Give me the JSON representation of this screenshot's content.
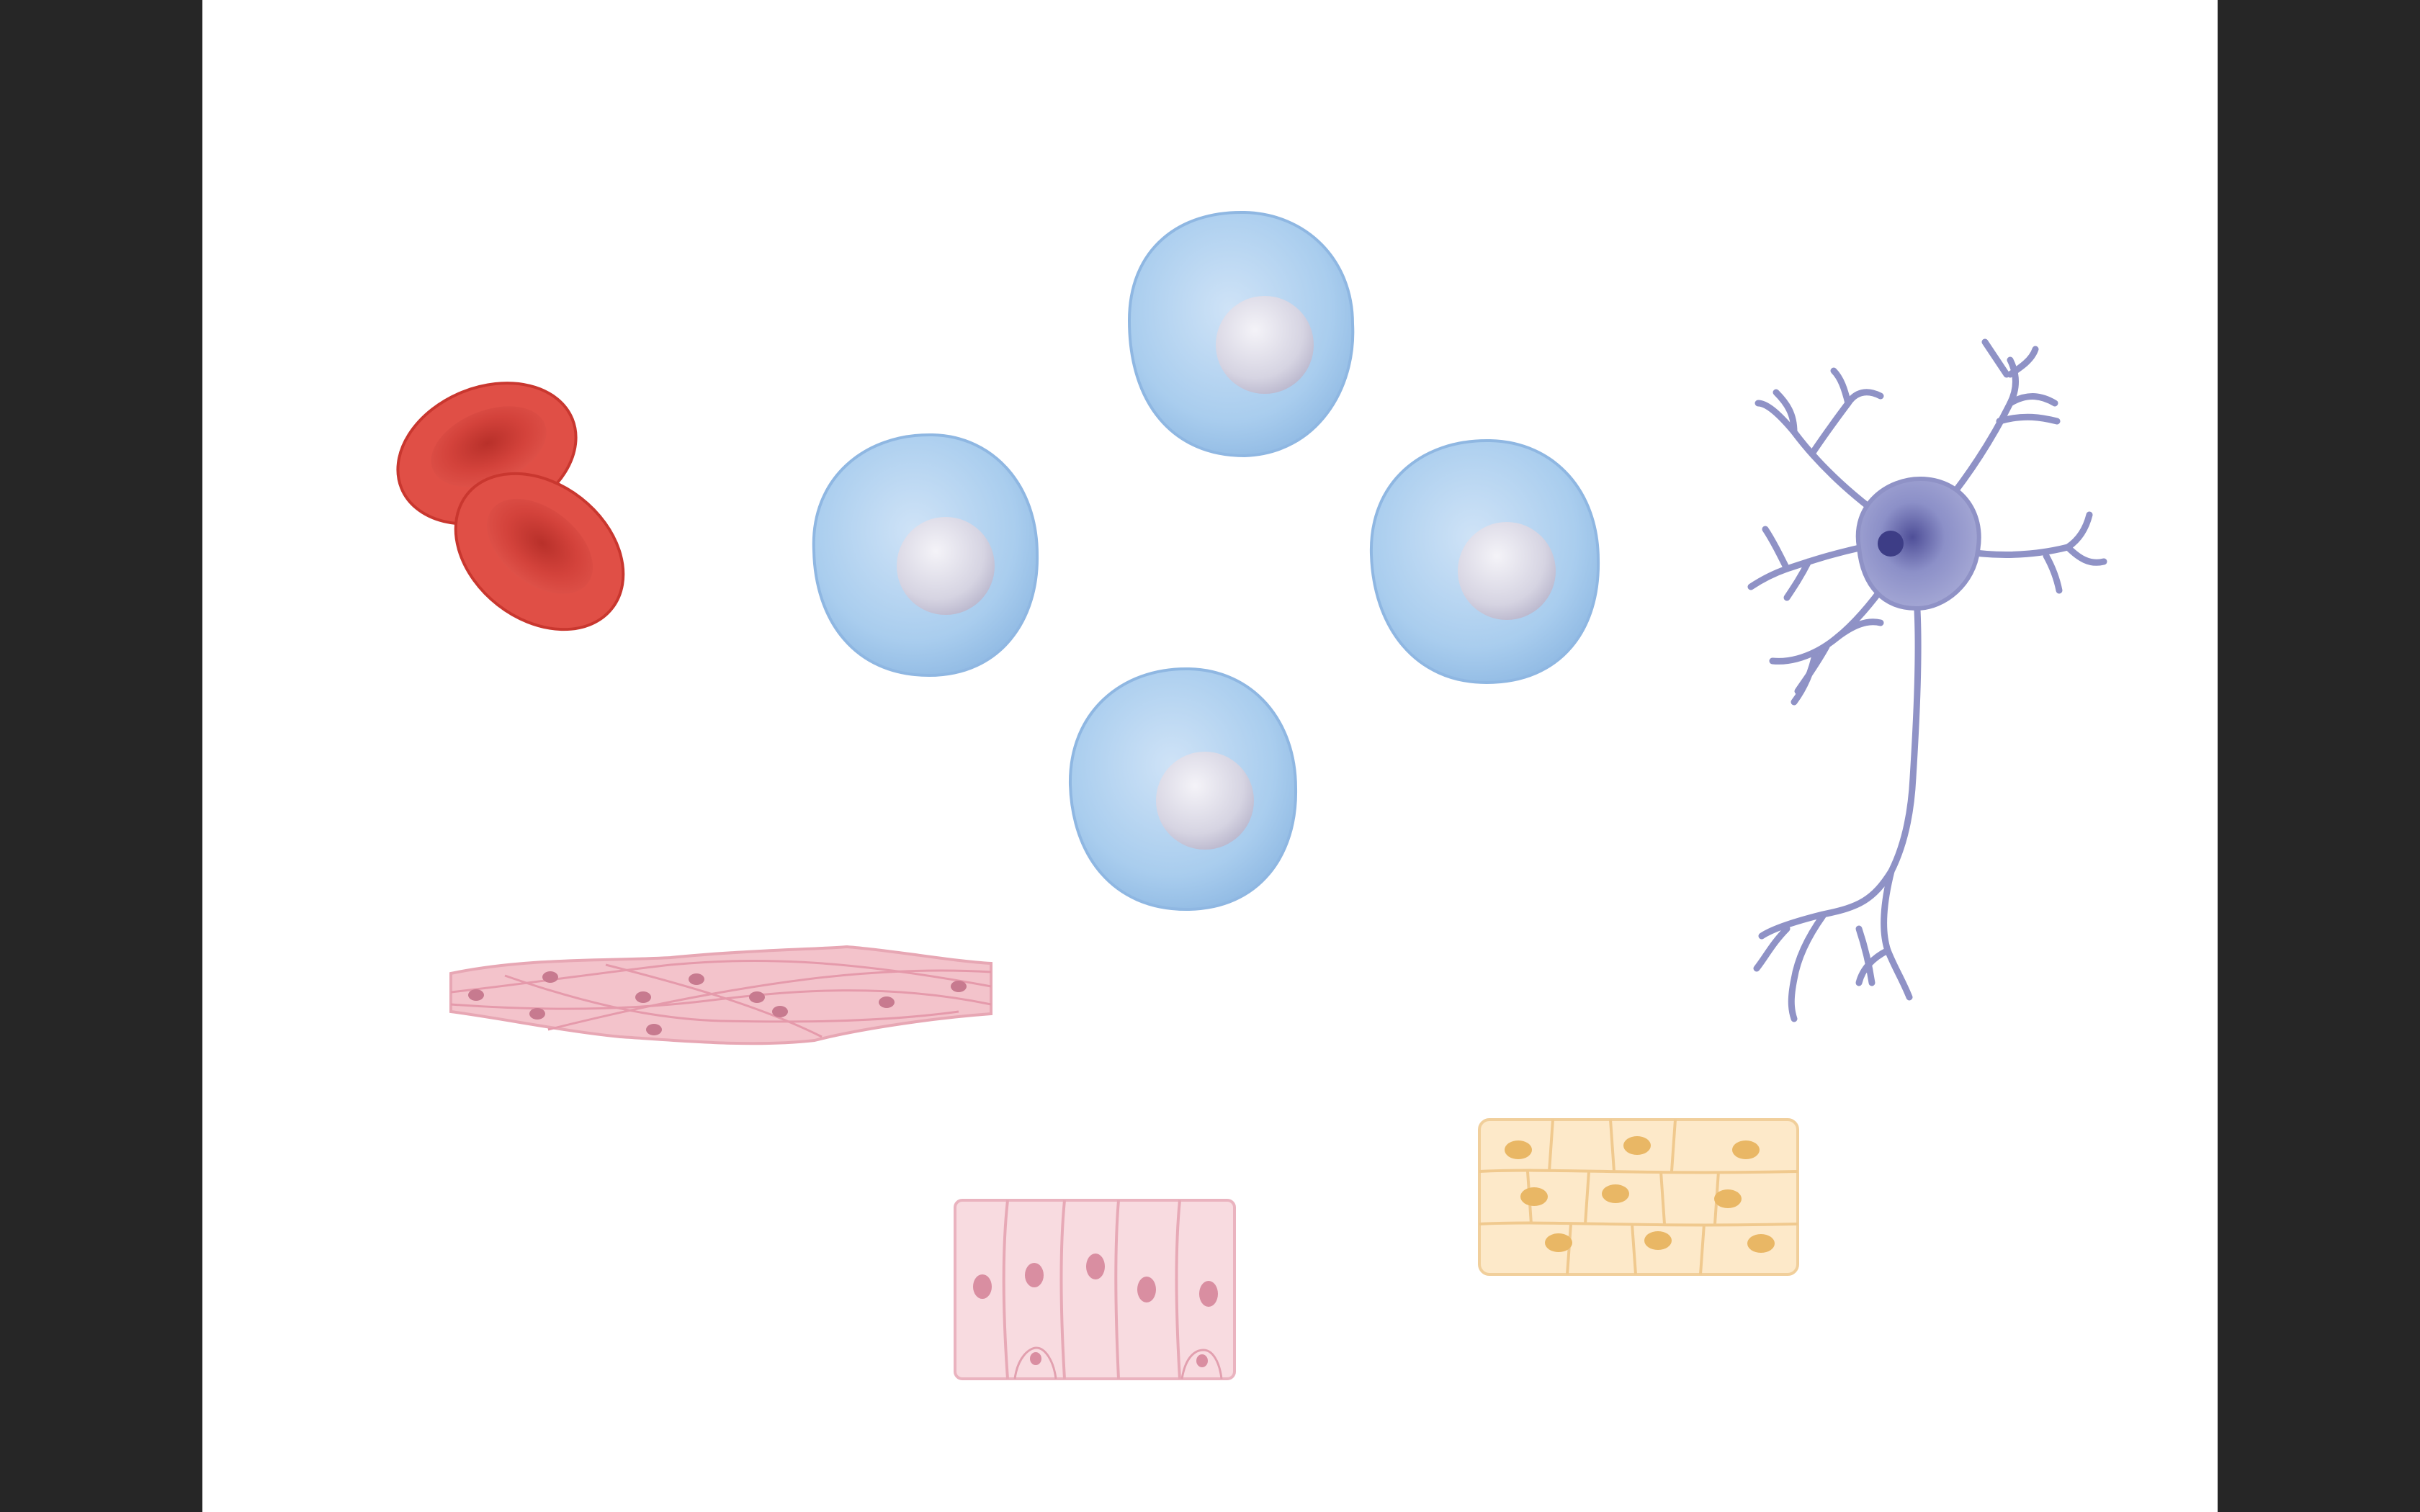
{
  "frame": {
    "background": "#ffffff",
    "letterbox_color": "#262626"
  },
  "illustration": {
    "subject": "cell types",
    "cells": [
      {
        "kind": "red-blood-cells",
        "count": 2,
        "color": "#d9433a"
      },
      {
        "kind": "stem-cells",
        "count": 4,
        "color": "#a9cdee",
        "nucleus_color": "#d9d8e3"
      },
      {
        "kind": "neuron",
        "count": 1,
        "color": "#8f92c6"
      },
      {
        "kind": "smooth-muscle-cells",
        "count": 1,
        "color": "#f0b8c2"
      },
      {
        "kind": "epithelial-cells",
        "count": 1,
        "color": "#f7d6dc"
      },
      {
        "kind": "fat-cells",
        "count": 1,
        "color": "#fbe6c2"
      }
    ]
  }
}
